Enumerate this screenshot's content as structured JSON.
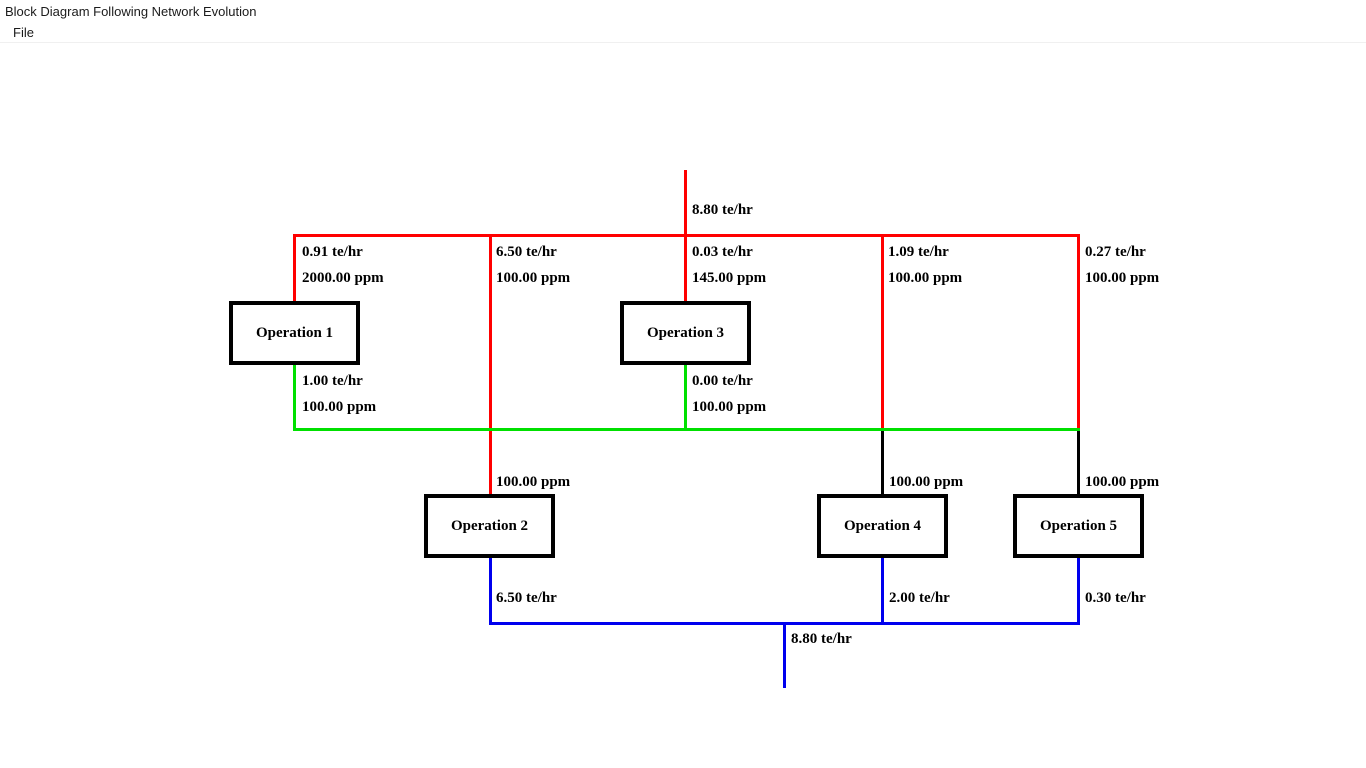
{
  "window": {
    "title": "Block Diagram Following Network Evolution"
  },
  "menu": {
    "items": [
      {
        "label": "File"
      }
    ]
  },
  "colors": {
    "stream_red": "#ff0000",
    "stream_green": "#00e000",
    "stream_blue": "#0000ee",
    "stream_black": "#000000"
  },
  "diagram": {
    "operations": [
      {
        "label": "Operation 1"
      },
      {
        "label": "Operation 2"
      },
      {
        "label": "Operation 3"
      },
      {
        "label": "Operation 4"
      },
      {
        "label": "Operation 5"
      }
    ],
    "streams": {
      "feed": {
        "flow": "8.80 te/hr"
      },
      "branch1": {
        "flow": "0.91 te/hr",
        "conc": "2000.00 ppm"
      },
      "branch2": {
        "flow": "6.50 te/hr",
        "conc": "100.00 ppm"
      },
      "branch3": {
        "flow": "0.03 te/hr",
        "conc": "145.00 ppm"
      },
      "branch4": {
        "flow": "1.09 te/hr",
        "conc": "100.00 ppm"
      },
      "branch5": {
        "flow": "0.27 te/hr",
        "conc": "100.00 ppm"
      },
      "op1_out": {
        "flow": "1.00 te/hr",
        "conc": "100.00 ppm"
      },
      "op3_out": {
        "flow": "0.00 te/hr",
        "conc": "100.00 ppm"
      },
      "op2_in": {
        "conc": "100.00 ppm"
      },
      "op4_in": {
        "conc": "100.00 ppm"
      },
      "op5_in": {
        "conc": "100.00 ppm"
      },
      "op2_out": {
        "flow": "6.50 te/hr"
      },
      "op4_out": {
        "flow": "2.00 te/hr"
      },
      "op5_out": {
        "flow": "0.30 te/hr"
      },
      "effluent": {
        "flow": "8.80 te/hr"
      }
    }
  }
}
